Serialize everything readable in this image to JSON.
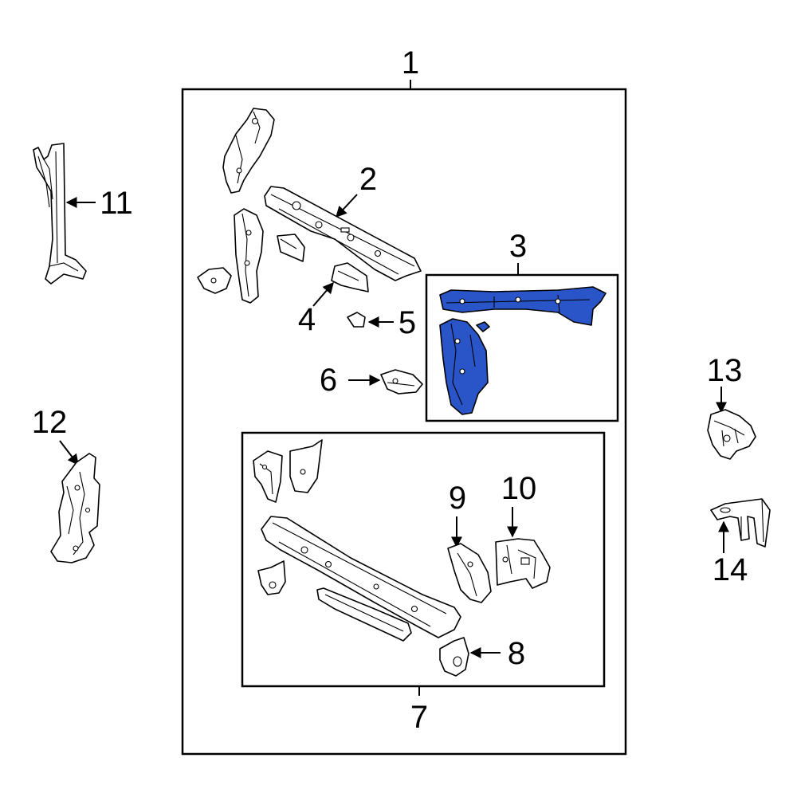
{
  "colors": {
    "background": "#ffffff",
    "line": "#000000",
    "highlight_fill": "#2a55c8"
  },
  "callouts": {
    "c1": "1",
    "c2": "2",
    "c3": "3",
    "c4": "4",
    "c5": "5",
    "c6": "6",
    "c7": "7",
    "c8": "8",
    "c9": "9",
    "c10": "10",
    "c11": "11",
    "c12": "12",
    "c13": "13",
    "c14": "14"
  },
  "highlighted_part": "3"
}
